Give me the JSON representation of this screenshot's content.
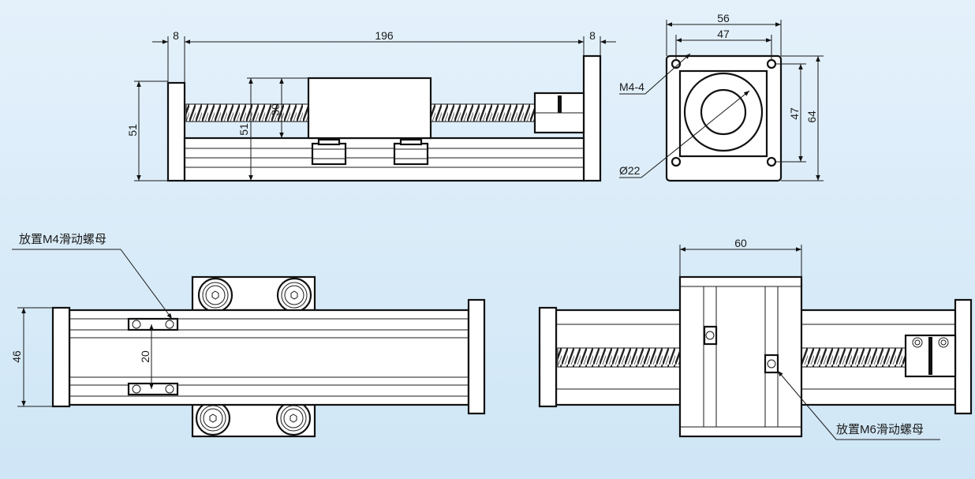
{
  "dimensions": {
    "side_left_flange": "8",
    "side_length": "196",
    "side_right_flange": "8",
    "side_height_outer": "51",
    "side_height_inner": "51",
    "side_carriage_height": "30",
    "end_width_outer": "56",
    "end_width_inner": "47",
    "end_height_inner": "47",
    "end_height_outer": "64",
    "end_hole_callout": "M4-4",
    "end_bore_callout": "Ø22",
    "top_width": "46",
    "top_pitch": "20",
    "bottom_carriage_width": "60"
  },
  "notes": {
    "m4_nut": "放置M4滑动螺母",
    "m6_nut": "放置M6滑动螺母"
  },
  "colors": {
    "background_top": "#e4f1fb",
    "background_bottom": "#cfe6f6",
    "line": "#111111",
    "part_fill": "#ffffff"
  }
}
